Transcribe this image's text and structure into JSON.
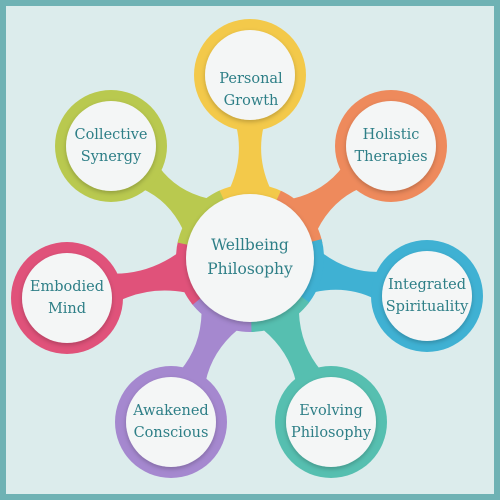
{
  "center": {
    "line1": "Wellbeing",
    "line2": "Philosophy",
    "ring_color": "#e8a93a"
  },
  "nodes": [
    {
      "id": "personal-growth",
      "line1": "Personal",
      "line2": "Growth",
      "color": "#f3c94a"
    },
    {
      "id": "holistic-therapies",
      "line1": "Holistic",
      "line2": "Therapies",
      "color": "#ee8a5c"
    },
    {
      "id": "integrated-spirituality",
      "line1": "Integrated",
      "line2": "Spirituality",
      "color": "#3fb1d3"
    },
    {
      "id": "evolving-philosophy",
      "line1": "Evolving",
      "line2": "Philosophy",
      "color": "#56bfb0"
    },
    {
      "id": "awakened-conscious",
      "line1": "Awakened",
      "line2": "Conscious",
      "color": "#a588cf"
    },
    {
      "id": "embodied-mind",
      "line1": "Embodied",
      "line2": "Mind",
      "color": "#e0527a"
    },
    {
      "id": "collective-synergy",
      "line1": "Collective",
      "line2": "Synergy",
      "color": "#b9c94f"
    }
  ],
  "colors": {
    "background": "#dcecec",
    "border": "#6fb2b4",
    "text": "#2e7f87",
    "circle_fill": "#f4f6f6"
  }
}
